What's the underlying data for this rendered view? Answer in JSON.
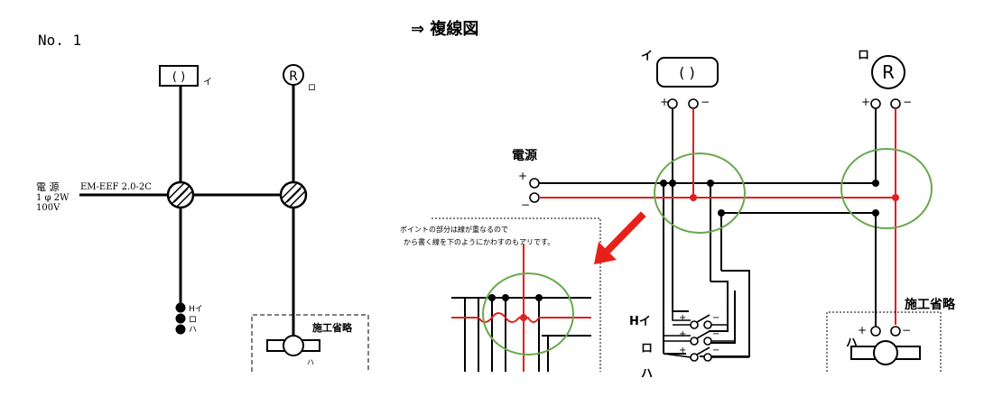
{
  "left": {
    "number_label": "No. 1",
    "lamp_i_symbol": "( )",
    "lamp_i_label": "イ",
    "lamp_r_symbol": "R",
    "lamp_r_label": "ロ",
    "power_label_1": "電 源",
    "power_label_2": "1 φ 2W",
    "power_label_3": "100V",
    "cable_label": "EM-EEF 2.0-2C",
    "switch_labels": [
      "Hイ",
      "ロ",
      "ハ"
    ],
    "omit_label": "施工省略",
    "outlet_label": "ハ"
  },
  "right": {
    "arrow_title": "⇒  複線図",
    "lamp_i_symbol": "( )",
    "lamp_i_label": "イ",
    "lamp_r_symbol": "R",
    "lamp_r_label": "ロ",
    "plus": "+",
    "minus": "−",
    "power_label": "電源",
    "note_line_1": "ポイントの部分は線が重なるので",
    "note_line_2": "から書く線を下のようにかわすのもアリです。",
    "switch_labels": [
      "Hイ",
      "ロ",
      "ハ"
    ],
    "omit_label": "施工省略",
    "outlet_label": "ハ"
  },
  "colors": {
    "red": "#e02020",
    "green": "#6aa84f",
    "black": "#000000",
    "arrow": "#e8201a"
  }
}
